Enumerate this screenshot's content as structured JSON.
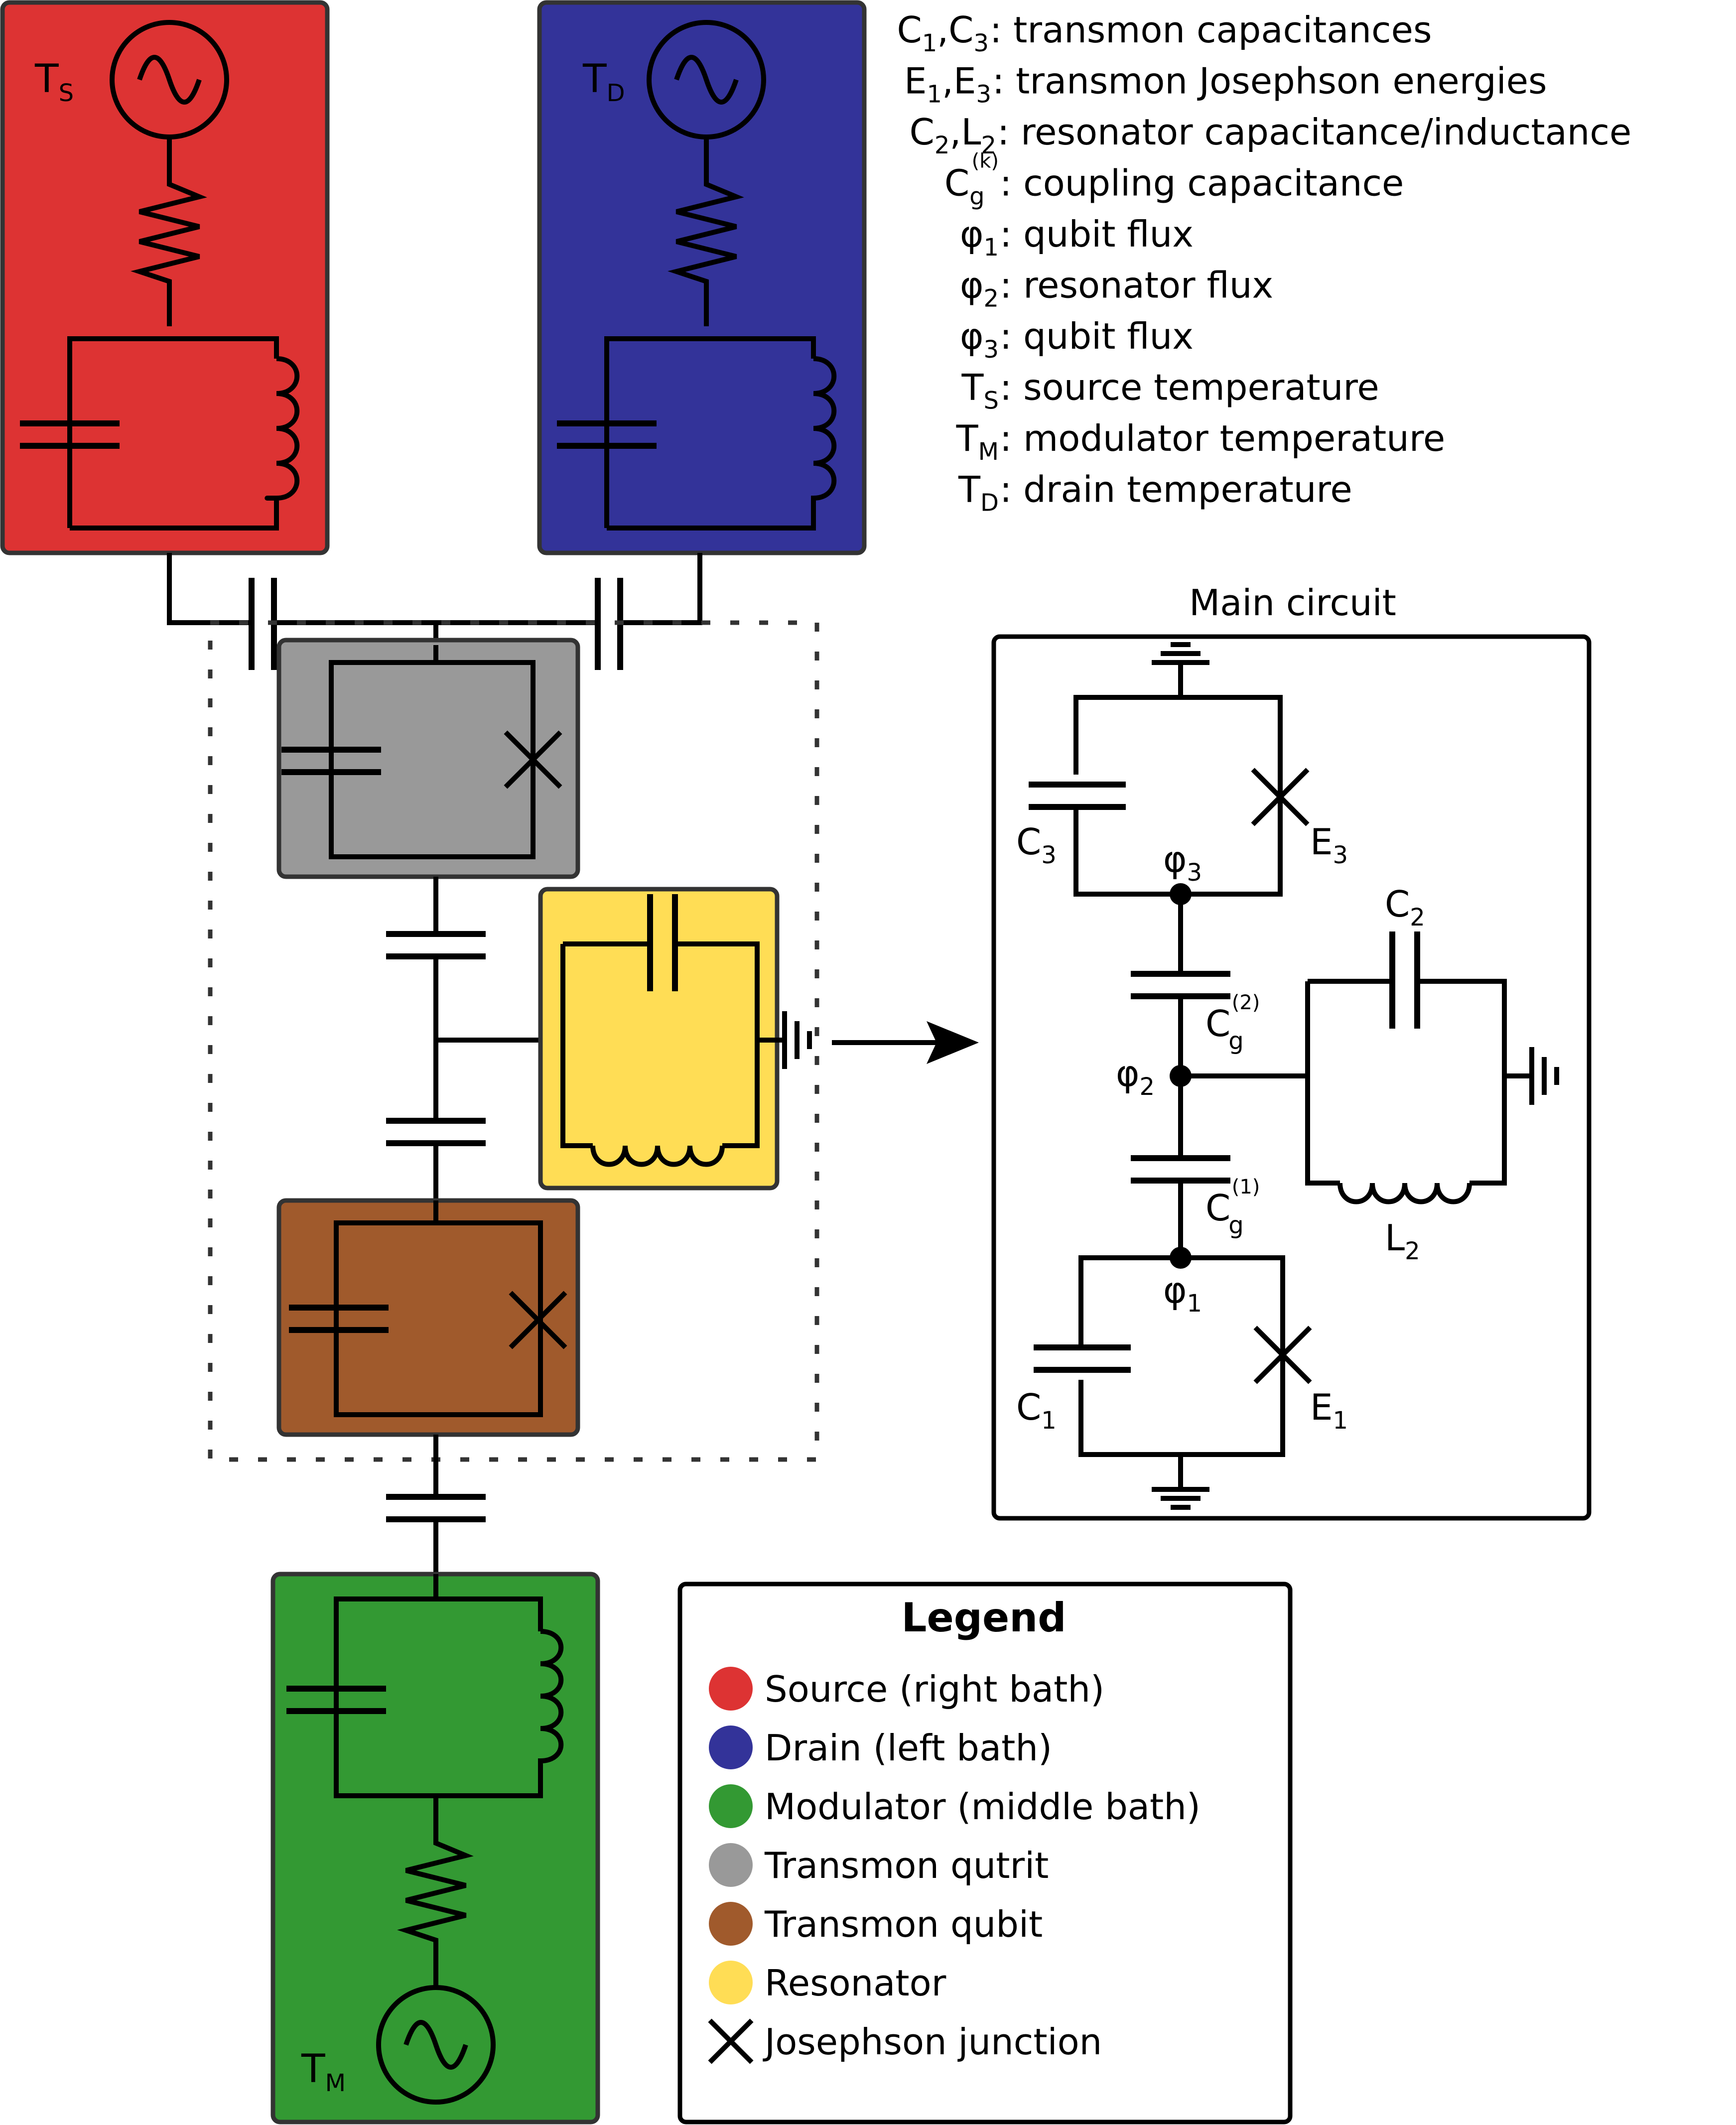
{
  "definitions": [
    {
      "sym": "C",
      "sub": "1",
      "mid": ",C",
      "sub2": "3",
      "text": ": transmon capacitances"
    },
    {
      "sym": "E",
      "sub": "1",
      "mid": ",E",
      "sub2": "3",
      "text": ": transmon Josephson energies"
    },
    {
      "sym": "C",
      "sub": "2",
      "mid": ",L",
      "sub2": "2",
      "text": ": resonator capacitance/inductance"
    },
    {
      "sym": "C",
      "sub": "g",
      "sup": "(k)",
      "text": ": coupling capacitance"
    },
    {
      "sym": "φ",
      "sub": "1",
      "text": ": qubit flux"
    },
    {
      "sym": "φ",
      "sub": "2",
      "text": ": resonator flux"
    },
    {
      "sym": "φ",
      "sub": "3",
      "text": ": qubit flux"
    },
    {
      "sym": "T",
      "sub": "S",
      "text": ": source temperature"
    },
    {
      "sym": "T",
      "sub": "M",
      "text": ": modulator temperature"
    },
    {
      "sym": "T",
      "sub": "D",
      "text": ": drain temperature"
    }
  ],
  "baths": {
    "source": {
      "sym": "T",
      "sub": "S"
    },
    "drain": {
      "sym": "T",
      "sub": "D"
    },
    "modulator": {
      "sym": "T",
      "sub": "M"
    }
  },
  "main_circuit": {
    "title": "Main circuit",
    "labels": {
      "C3": {
        "sym": "C",
        "sub": "3"
      },
      "E3": {
        "sym": "E",
        "sub": "3"
      },
      "phi3": {
        "sym": "φ",
        "sub": "3"
      },
      "C2": {
        "sym": "C",
        "sub": "2"
      },
      "Cg2": {
        "sym": "C",
        "sub": "g",
        "sup": "(2)"
      },
      "phi2": {
        "sym": "φ",
        "sub": "2"
      },
      "Cg1": {
        "sym": "C",
        "sub": "g",
        "sup": "(1)"
      },
      "L2": {
        "sym": "L",
        "sub": "2"
      },
      "phi1": {
        "sym": "φ",
        "sub": "1"
      },
      "C1": {
        "sym": "C",
        "sub": "1"
      },
      "E1": {
        "sym": "E",
        "sub": "1"
      }
    }
  },
  "legend": {
    "title": "Legend",
    "items": [
      {
        "label": "Source (right bath)",
        "color": "#dd3333"
      },
      {
        "label": "Drain (left bath)",
        "color": "#333399"
      },
      {
        "label": "Modulator (middle bath)",
        "color": "#339933"
      },
      {
        "label": "Transmon qutrit",
        "color": "#999999"
      },
      {
        "label": "Transmon qubit",
        "color": "#a05a2c"
      },
      {
        "label": "Resonator",
        "color": "#ffdd55"
      },
      {
        "label": "Josephson junction",
        "color": "#000000"
      }
    ]
  },
  "colors": {
    "source": "#dd3333",
    "drain": "#333399",
    "modulator": "#339933",
    "qutrit": "#999999",
    "qubit": "#a05a2c",
    "resonator": "#ffdd55"
  }
}
